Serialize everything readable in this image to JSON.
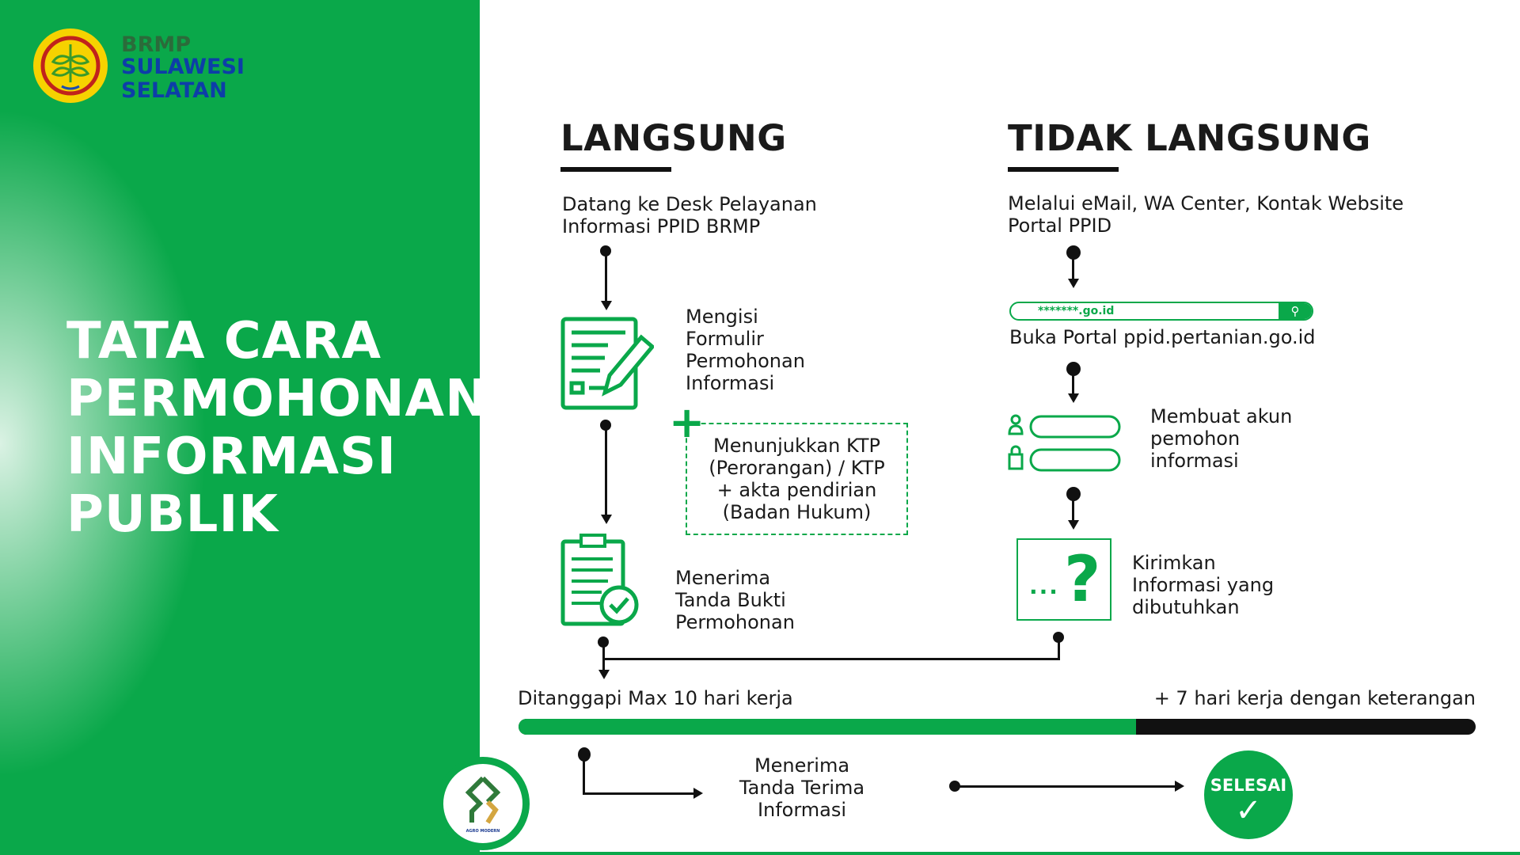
{
  "brand": {
    "line1": "BRMP",
    "line2": "SULAWESI",
    "line3": "SELATAN"
  },
  "title": [
    "TATA CARA",
    "PERMOHONAN",
    "INFORMASI",
    "PUBLIK"
  ],
  "langsung": {
    "heading": "LANGSUNG",
    "step1": [
      "Datang ke Desk Pelayanan",
      "Informasi PPID BRMP"
    ],
    "step2": [
      "Mengisi",
      "Formulir",
      "Permohonan",
      "Informasi"
    ],
    "note": [
      "Menunjukkan KTP",
      "(Perorangan) / KTP",
      "+ akta pendirian",
      "(Badan Hukum)"
    ],
    "step3": [
      "Menerima",
      "Tanda Bukti",
      "Permohonan"
    ]
  },
  "tidak_langsung": {
    "heading": "TIDAK LANGSUNG",
    "step1": [
      "Melalui eMail, WA Center, Kontak Website",
      "Portal PPID"
    ],
    "search_value": "*******.go.id",
    "step2": "Buka Portal ppid.pertanian.go.id",
    "step3": [
      "Membuat akun",
      "pemohon",
      "informasi"
    ],
    "step4": [
      "Kirimkan",
      "Informasi yang",
      "dibutuhkan"
    ]
  },
  "timeline": {
    "left_label": "Ditanggapi Max 10 hari kerja",
    "right_label": "+ 7 hari kerja dengan keterangan",
    "green_fraction": 0.645
  },
  "final": {
    "receive": [
      "Menerima",
      "Tanda Terima",
      "Informasi"
    ],
    "done": "SELESAI"
  },
  "agro_logo_text": "AGRO MODERN",
  "colors": {
    "green": "#0aa84a",
    "blue": "#0d3ea8",
    "dark": "#111111"
  }
}
